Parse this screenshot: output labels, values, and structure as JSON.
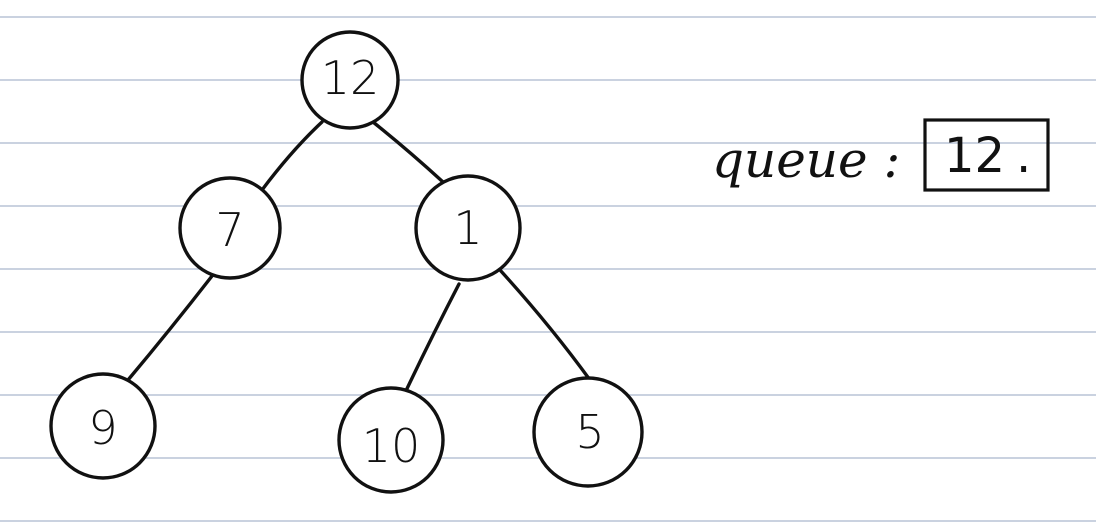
{
  "tree": {
    "nodes": [
      {
        "id": "n12",
        "label": "12"
      },
      {
        "id": "n7",
        "label": "7"
      },
      {
        "id": "n1",
        "label": "1"
      },
      {
        "id": "n9",
        "label": "9"
      },
      {
        "id": "n10",
        "label": "10"
      },
      {
        "id": "n5",
        "label": "5"
      }
    ],
    "edges": [
      {
        "from": "n12",
        "to": "n7"
      },
      {
        "from": "n12",
        "to": "n1"
      },
      {
        "from": "n7",
        "to": "n9"
      },
      {
        "from": "n1",
        "to": "n10"
      },
      {
        "from": "n1",
        "to": "n5"
      }
    ]
  },
  "queue": {
    "label": "queue :",
    "items": [
      "12"
    ],
    "dot": "."
  }
}
